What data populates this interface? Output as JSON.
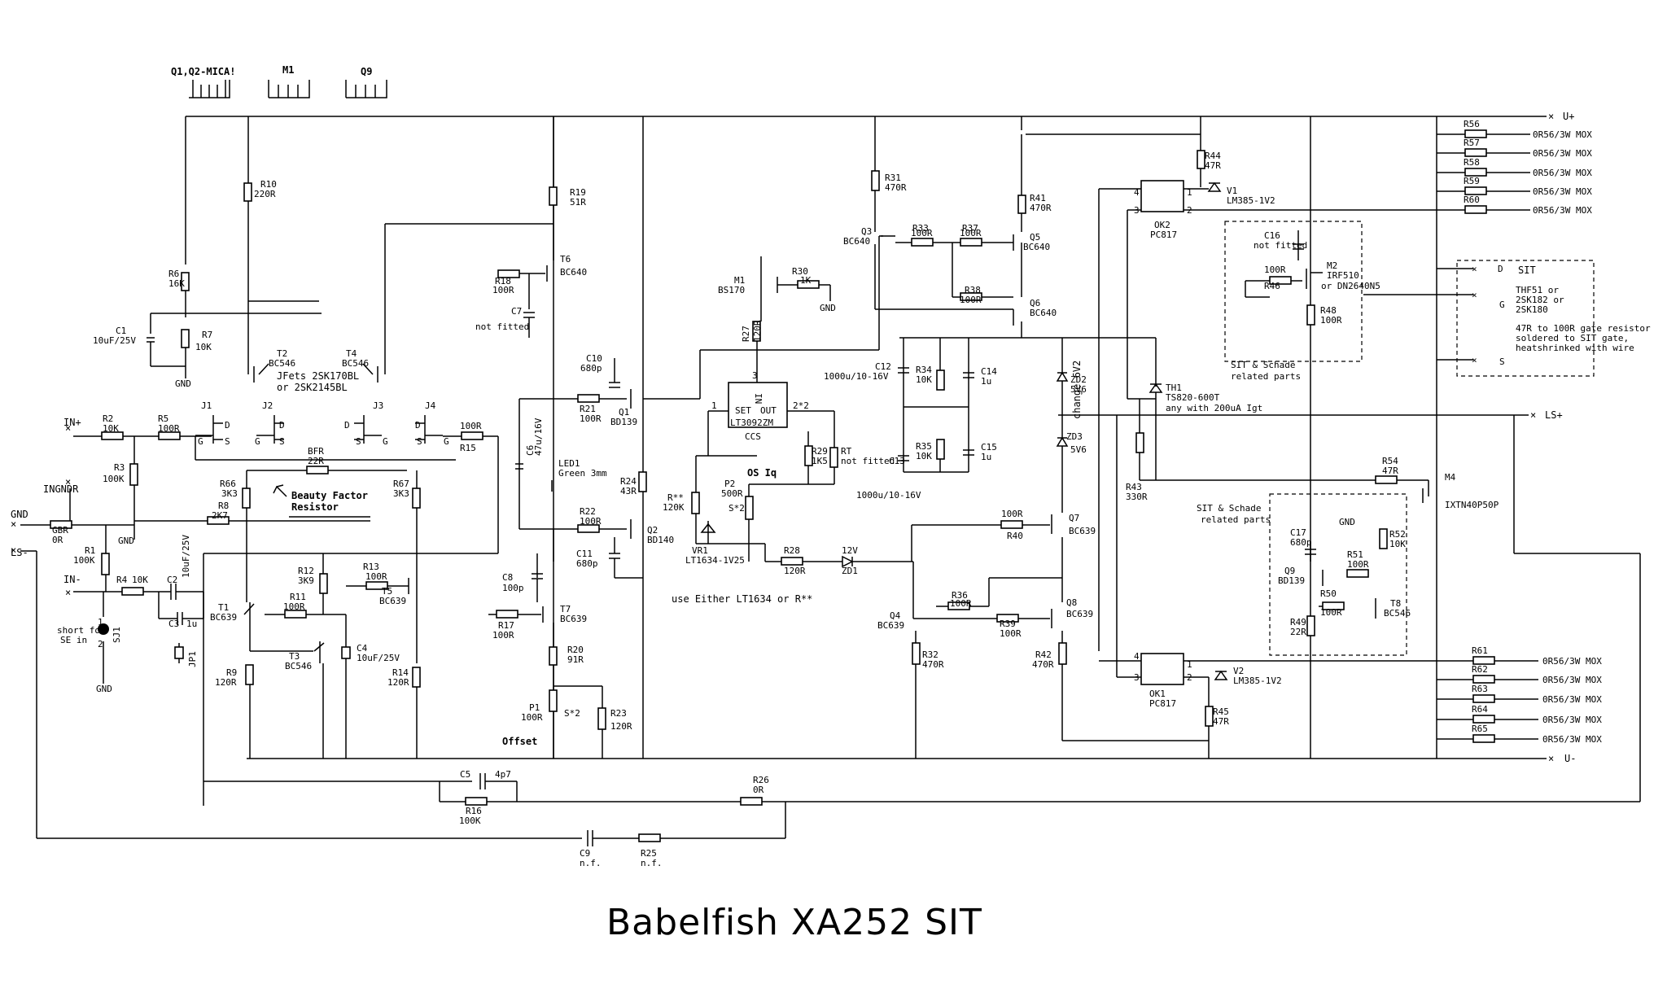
{
  "title": "Babelfish XA252 SIT",
  "heatsinks": [
    "Q1,Q2-MICA!",
    "M1",
    "Q9"
  ],
  "nets": {
    "vplus": "U+",
    "vminus": "U-",
    "lsplus": "LS+",
    "gnd": "GND",
    "lsminus": "LS-",
    "inplus": "IN+",
    "inminus": "IN-",
    "ingndr": "INGNDR"
  },
  "notes": {
    "jfets": "JFets 2SK170BL",
    "jfets2": "or 2SK2145BL",
    "beauty1": "Beauty Factor",
    "beauty2": "Resistor",
    "short1": "short for",
    "short2": "SE in",
    "ccs": "CCS",
    "osiq": "OS Iq",
    "either": "use Either LT1634 or R**",
    "offset": "Offset",
    "change": "change 6V2",
    "sit_related1": "SIT & Schade",
    "sit_related2": "related parts",
    "sit_related3": "SIT & Schade",
    "sit_related4": "related parts",
    "sit": "SIT",
    "sit_d": "D",
    "sit_g": "G",
    "sit_s": "S",
    "sit_type1": "THF51 or",
    "sit_type2": "2SK182 or",
    "sit_type3": "2SK180",
    "gate1": "47R to 100R gate resistor",
    "gate2": "soldered to SIT gate,",
    "gate3": "heatshrinked with wire",
    "th1b": "any with 200uA Igt",
    "sw2": "S*2",
    "sw2b": "S*2",
    "in_pin": "IN",
    "set_pin": "SET",
    "out_pin": "OUT",
    "n1": "1",
    "n2": "2*2",
    "n3": "3",
    "pin1": "1",
    "pin2": "2",
    "pin3": "3",
    "pin4": "4"
  },
  "mox_label": "0R56/3W MOX",
  "top_resistors": [
    "R56",
    "R57",
    "R58",
    "R59",
    "R60"
  ],
  "bottom_resistors": [
    "R61",
    "R62",
    "R63",
    "R64",
    "R65"
  ],
  "components": {
    "r10": [
      "R10",
      "220R"
    ],
    "r6": [
      "R6",
      "16K"
    ],
    "r7": [
      "R7",
      "10K"
    ],
    "c1": [
      "C1",
      "10uF/25V"
    ],
    "t2": [
      "T2",
      "BC546"
    ],
    "t4": [
      "T4",
      "BC546"
    ],
    "r19": [
      "R19",
      "51R"
    ],
    "t6": [
      "T6",
      "BC640"
    ],
    "r18": [
      "R18",
      "100R"
    ],
    "c7": [
      "C7",
      "not fitted"
    ],
    "r2": [
      "R2",
      "10K"
    ],
    "r5": [
      "R5",
      "100R"
    ],
    "r3": [
      "R3",
      "100K"
    ],
    "r15": [
      "R15",
      "100R"
    ],
    "bfr": [
      "BFR",
      "22R"
    ],
    "r66": [
      "R66",
      "3K3"
    ],
    "r67": [
      "R67",
      "3K3"
    ],
    "r8": [
      "R8",
      "2K7"
    ],
    "gbr": [
      "GBR",
      "0R"
    ],
    "r1": [
      "R1",
      "100K"
    ],
    "r4": [
      "R4",
      "10K"
    ],
    "c2": [
      "C2",
      "10uF/25V"
    ],
    "c3": [
      "C3",
      "1u"
    ],
    "sj1": "SJ1",
    "jp1": "JP1",
    "t1": [
      "T1",
      "BC639"
    ],
    "r11": [
      "R11",
      "100R"
    ],
    "r12": [
      "R12",
      "3K9"
    ],
    "r13": [
      "R13",
      "100R"
    ],
    "t5": [
      "T5",
      "BC639"
    ],
    "t3": [
      "T3",
      "BC546"
    ],
    "c4": [
      "C4",
      "10uF/25V"
    ],
    "r9": [
      "R9",
      "120R"
    ],
    "r14": [
      "R14",
      "120R"
    ],
    "c6": [
      "C6",
      "47u/16V"
    ],
    "led1": [
      "LED1",
      "Green 3mm"
    ],
    "r21": [
      "R21",
      "100R"
    ],
    "r22": [
      "R22",
      "100R"
    ],
    "c10": [
      "C10",
      "680p"
    ],
    "c11": [
      "C11",
      "680p"
    ],
    "q1": [
      "Q1",
      "BD139"
    ],
    "q2": [
      "Q2",
      "BD140"
    ],
    "r24": [
      "R24",
      "43R"
    ],
    "c8": [
      "C8",
      "100p"
    ],
    "t7": [
      "T7",
      "BC639"
    ],
    "r17": [
      "R17",
      "100R"
    ],
    "r20": [
      "R20",
      "91R"
    ],
    "p1": [
      "P1",
      "100R"
    ],
    "r23": [
      "R23",
      "120R"
    ],
    "c5": [
      "C5",
      "4p7"
    ],
    "r16": [
      "R16",
      "100K"
    ],
    "r26": [
      "R26",
      "0R"
    ],
    "c9": [
      "C9",
      "n.f."
    ],
    "r25": [
      "R25",
      "n.f."
    ],
    "m1": [
      "M1",
      "BS170"
    ],
    "r30": [
      "R30",
      "1K"
    ],
    "r22b": [
      "R27",
      "120R"
    ],
    "lt": [
      "LT3092ZM"
    ],
    "r29": [
      "R29",
      "1K5"
    ],
    "rt": [
      "RT",
      "not fitted"
    ],
    "p2": [
      "P2",
      "500R"
    ],
    "rss": [
      "R**",
      "120K"
    ],
    "vr1": [
      "VR1",
      "LT1634-1V25"
    ],
    "r28": [
      "R28",
      "120R"
    ],
    "zd1": [
      "ZD1",
      "12V"
    ],
    "r31": [
      "R31",
      "470R"
    ],
    "q3": [
      "Q3",
      "BC640"
    ],
    "r33": [
      "R33",
      "100R"
    ],
    "r37": [
      "R37",
      "100R"
    ],
    "q5": [
      "Q5",
      "BC640"
    ],
    "r38": [
      "R38",
      "100R"
    ],
    "q6": [
      "Q6",
      "BC640"
    ],
    "r41": [
      "R41",
      "470R"
    ],
    "c12": [
      "C12",
      "1000u/10-16V"
    ],
    "c13": [
      "C13",
      "1000u/10-16V"
    ],
    "r34": [
      "R34",
      "10K"
    ],
    "r35": [
      "R35",
      "10K"
    ],
    "c14": [
      "C14",
      "1u"
    ],
    "c15": [
      "C15",
      "1u"
    ],
    "zd2": [
      "ZD2",
      "5V6"
    ],
    "zd3": [
      "ZD3",
      "5V6"
    ],
    "q7": [
      "Q7",
      "BC639"
    ],
    "r40": [
      "R40",
      "100R"
    ],
    "q8": [
      "Q8",
      "BC639"
    ],
    "q4": [
      "Q4",
      "BC639"
    ],
    "r36": [
      "R36",
      "100R"
    ],
    "r39": [
      "R39",
      "100R"
    ],
    "r32": [
      "R32",
      "470R"
    ],
    "r42": [
      "R42",
      "470R"
    ],
    "r44": [
      "R44",
      "47R"
    ],
    "ok2": [
      "OK2",
      "PC817"
    ],
    "v1": [
      "V1",
      "LM385-1V2"
    ],
    "c16": [
      "C16",
      "not fitted"
    ],
    "r46": [
      "R46",
      "100R"
    ],
    "m2": [
      "M2",
      "IRF510"
    ],
    "m2b": "or DN2640N5",
    "r48": [
      "R48",
      "100R"
    ],
    "th1": [
      "TH1",
      "TS820-600T"
    ],
    "r43": [
      "R43",
      "330R"
    ],
    "r54": [
      "R54",
      "47R"
    ],
    "m4": [
      "M4",
      "IXTN40P50P"
    ],
    "c17": [
      "C17",
      "680p"
    ],
    "r52": [
      "R52",
      "10K"
    ],
    "r51": [
      "R51",
      "100R"
    ],
    "q9": [
      "Q9",
      "BD139"
    ],
    "r50": [
      "R50",
      "100R"
    ],
    "t8": [
      "T8",
      "BC546"
    ],
    "r49": [
      "R49",
      "22R"
    ],
    "ok1": [
      "OK1",
      "PC817"
    ],
    "v2": [
      "V2",
      "LM385-1V2"
    ],
    "r45": [
      "R45",
      "47R"
    ],
    "j1": "J1",
    "j2": "J2",
    "j3": "J3",
    "j4": "J4"
  }
}
